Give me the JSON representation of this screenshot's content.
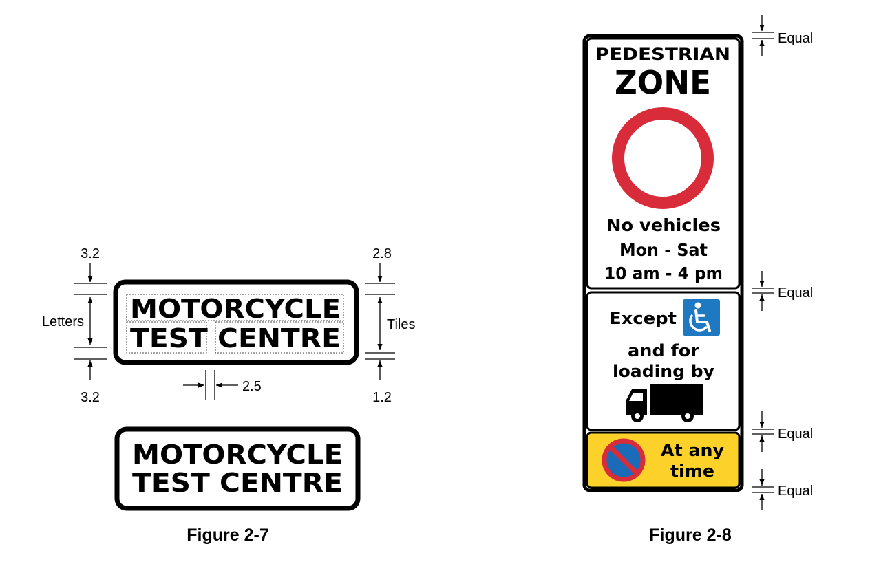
{
  "figure_2_7": {
    "caption": "Figure 2-7",
    "sign_line1": "MOTORCYCLE",
    "sign_line2": "TEST CENTRE",
    "dim_top_left": "3.2",
    "dim_bottom_left": "3.2",
    "dim_top_right": "2.8",
    "dim_bottom_right": "1.2",
    "dim_gap": "2.5",
    "label_letters": "Letters",
    "label_tiles": "Tiles"
  },
  "figure_2_8": {
    "caption": "Figure 2-8",
    "title_line1": "PEDESTRIAN",
    "title_line2": "ZONE",
    "rule_line1": "No vehicles",
    "rule_line2": "Mon - Sat",
    "rule_line3": "10 am - 4 pm",
    "except_label": "Except",
    "loading_line1": "and for",
    "loading_line2": "loading by",
    "plate_line1": "At any",
    "plate_line2": "time",
    "equal_label": "Equal",
    "colors": {
      "prohibition_red": "#d92c3a",
      "disabled_blue": "#1f78c2",
      "plate_yellow": "#fcd22a",
      "no_waiting_blue": "#1b6bb8"
    },
    "icons": [
      "prohibition-ring-icon",
      "wheelchair-icon",
      "lorry-icon",
      "no-waiting-icon"
    ]
  }
}
